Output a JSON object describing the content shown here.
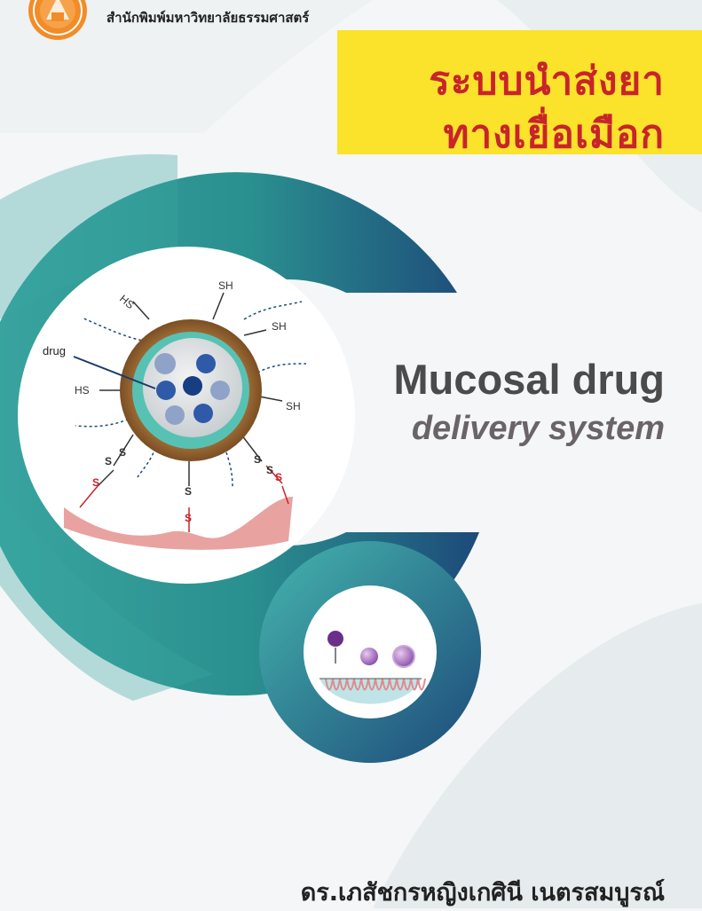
{
  "publisher": {
    "name": "สำนักพิมพ์มหาวิทยาลัยธรรมศาสตร์"
  },
  "title": {
    "thai_line1": "ระบบนำส่งยา",
    "thai_line2": "ทางเยื่อเมือก",
    "english_line1": "Mucosal drug",
    "english_line2": "delivery system"
  },
  "diagram": {
    "drug_label": "drug",
    "thiol_labels": [
      "HS",
      "SH",
      "SH",
      "HS",
      "SH"
    ],
    "disulfide_labels": [
      "S",
      "S",
      "S",
      "S",
      "S",
      "S",
      "S",
      "S"
    ]
  },
  "author": {
    "name": "ดร.เภสัชกรหญิงเกศินี เนตรสมบูรณ์"
  },
  "colors": {
    "teal": "#2a8f8f",
    "navy": "#1d4a7a",
    "title_bg": "#fbe22b",
    "title_text": "#c8242b"
  }
}
